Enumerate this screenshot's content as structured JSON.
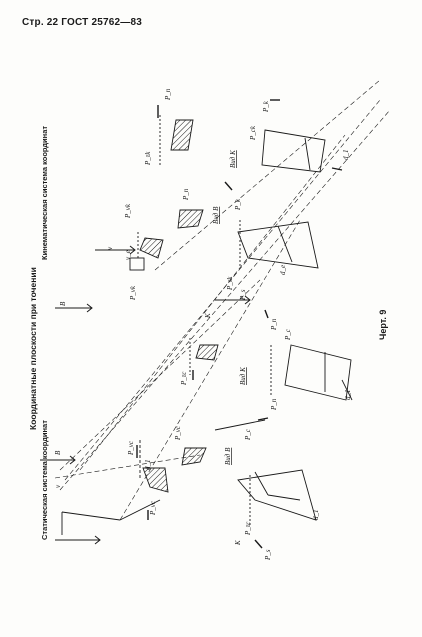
{
  "header": {
    "text": "Стр. 22 ГОСТ 25762—83"
  },
  "title": "Координатные плоскости при точении",
  "subtitles": {
    "static": "Статическая система координат",
    "kinematic": "Кинематическая система координат"
  },
  "caption": "Черт. 9",
  "labels": {
    "static": {
      "v": "v",
      "b_arrow": "B",
      "p_vc_top": "P_vc",
      "p_vc_left": "P_vc",
      "p_vc_mid": "P_vc",
      "d_top": "d_1",
      "vid_b": "Вид В",
      "p_c": "P_c",
      "k_arrow": "K",
      "p_tc": "P_τc",
      "d_bottom": "d_1",
      "p_s": "P_s",
      "p_n": "P_n",
      "vid_k": "Вид К",
      "d_vid_k": "d_1",
      "p_c2": "P_c",
      "p_tc2": "P_τc",
      "p_n2": "P_n"
    },
    "kinematic": {
      "v_e": "v_e",
      "v": "v",
      "b_arrow": "B",
      "p_vk_left": "P_vk",
      "p_vk_top": "P_vk",
      "p_n": "P_n",
      "vid_b": "Вид В",
      "p_k": "P_k",
      "k_arrow": "K",
      "p_tk": "P_τk",
      "d_e": "d_e",
      "p_s": "P_s",
      "vid_k": "Вид К",
      "p_ck": "P_ck",
      "p_tk2": "P_τk",
      "d_k": "d_1",
      "p_k2": "P_k",
      "p_n2": "P_n"
    }
  }
}
